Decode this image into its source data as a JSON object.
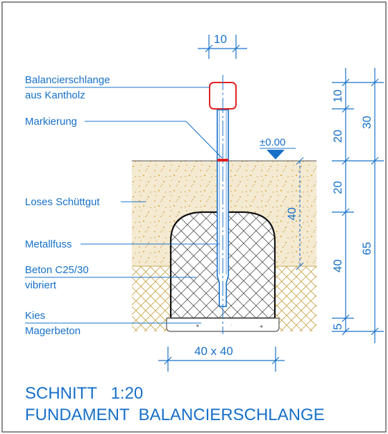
{
  "labels": {
    "balancierschlange_line1": "Balancierschlange",
    "balancierschlange_line2": "aus Kantholz",
    "markierung": "Markierung",
    "loses_schuettgut": "Loses Schüttgut",
    "metallfuss": "Metallfuss",
    "beton_line1": "Beton C25/30",
    "beton_line2": "vibriert",
    "kies": "Kies",
    "magerbeton": "Magerbeton"
  },
  "dimensions": {
    "top_width": "10",
    "level": "±0.00",
    "dim_10": "10",
    "dim_20_upper": "20",
    "dim_30": "30",
    "dim_20_lower": "20",
    "dim_40_embed": "40",
    "dim_40_lower": "40",
    "dim_65": "65",
    "dim_5": "5",
    "foundation_size": "40 x 40"
  },
  "title": {
    "line1": "SCHNITT   1:20",
    "line2": "FUNDAMENT  BALANCIERSCHLANGE"
  },
  "colors": {
    "cad_blue": "#1670c9",
    "red": "#e02020",
    "sand": "#f2e7cc",
    "sand_dots": "#e0a020",
    "gravel": "#c9a54a",
    "black": "#111111"
  }
}
